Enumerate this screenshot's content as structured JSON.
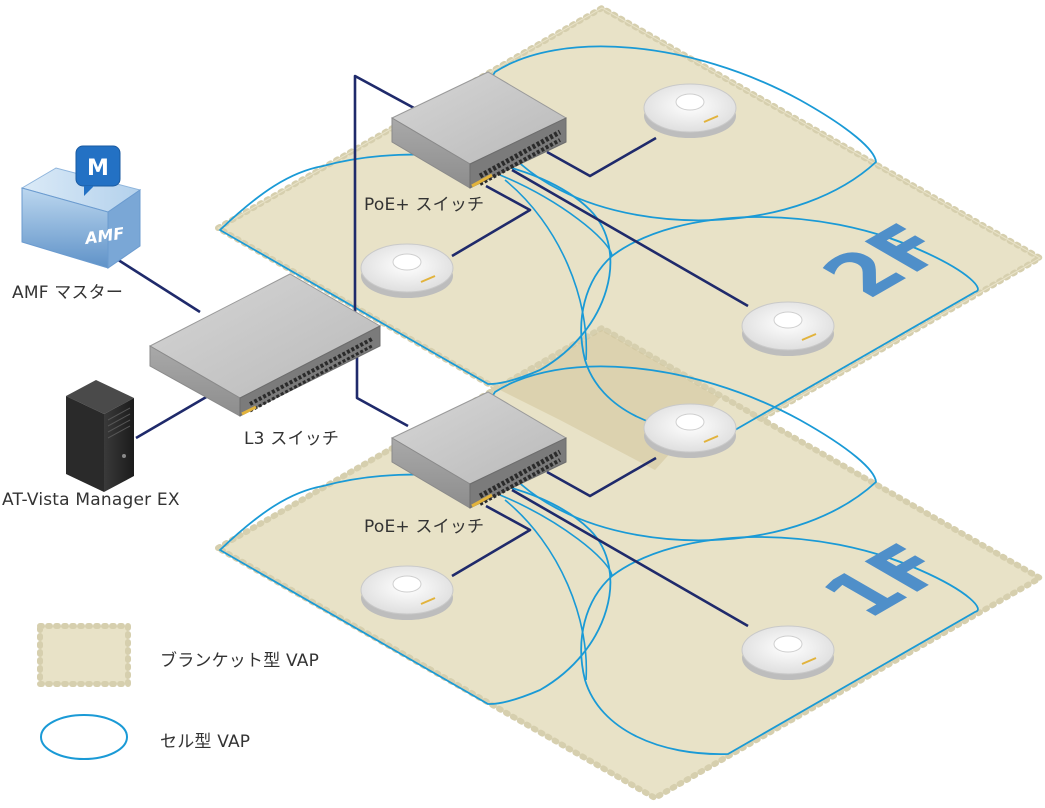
{
  "labels": {
    "amf_master": "AMF マスター",
    "l3_switch": "L3 スイッチ",
    "vista_manager": "AT-Vista Manager EX",
    "poe_switch_2f": "PoE+ スイッチ",
    "poe_switch_1f": "PoE+ スイッチ"
  },
  "badges": {
    "amf_badge": "M",
    "amf_logo": "AMF"
  },
  "floors": {
    "upper": "2F",
    "lower": "1F"
  },
  "legend": {
    "blanket_vap": "ブランケット型 VAP",
    "cell_vap": "セル型 VAP"
  },
  "colors": {
    "floor_fill": "#e8e2c7",
    "floor_dots": "#d6cfae",
    "cell_stroke": "#1a9ad6",
    "cable": "#1f2a6b",
    "floor_label": "#4f8fc9"
  }
}
